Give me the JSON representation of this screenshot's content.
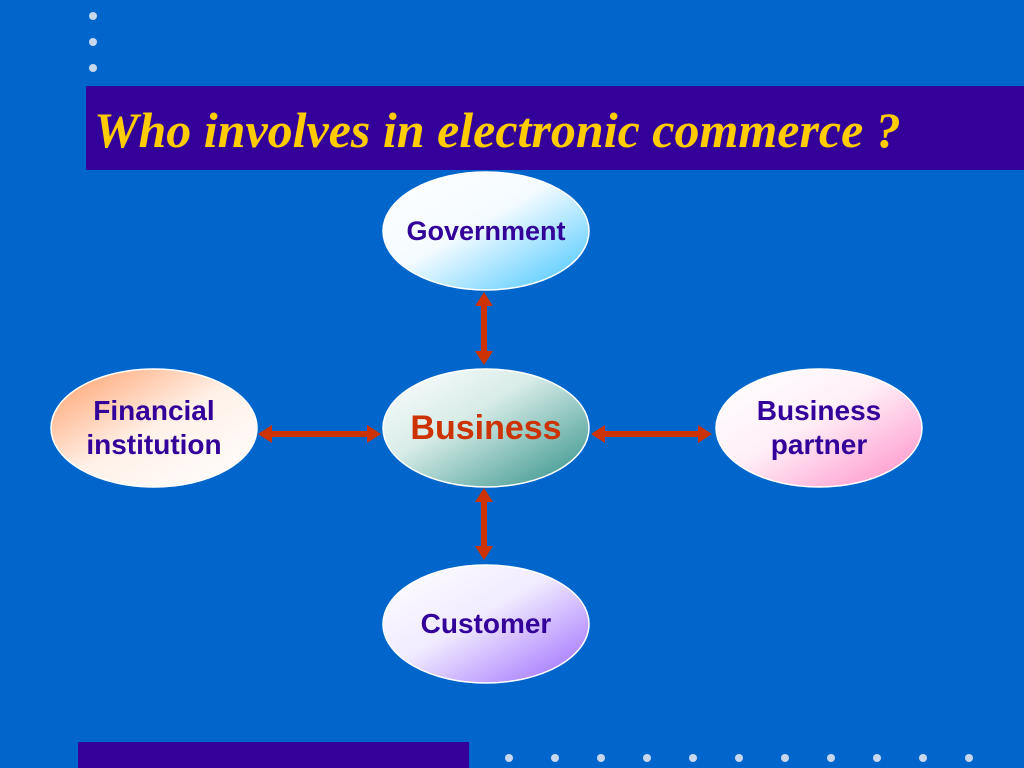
{
  "slide": {
    "title": "Who involves in electronic commerce ?"
  },
  "colors": {
    "background": "#0066cc",
    "title_bar": "#330099",
    "title_text": "#ffcc00",
    "node_label": "#330099",
    "center_label": "#cc3300",
    "arrow": "#cc3300"
  },
  "nodes": {
    "government": {
      "label": "Government"
    },
    "business": {
      "label": "Business"
    },
    "financial": {
      "label": "Financial\ninstitution"
    },
    "partner": {
      "label": "Business\npartner"
    },
    "customer": {
      "label": "Customer"
    }
  }
}
